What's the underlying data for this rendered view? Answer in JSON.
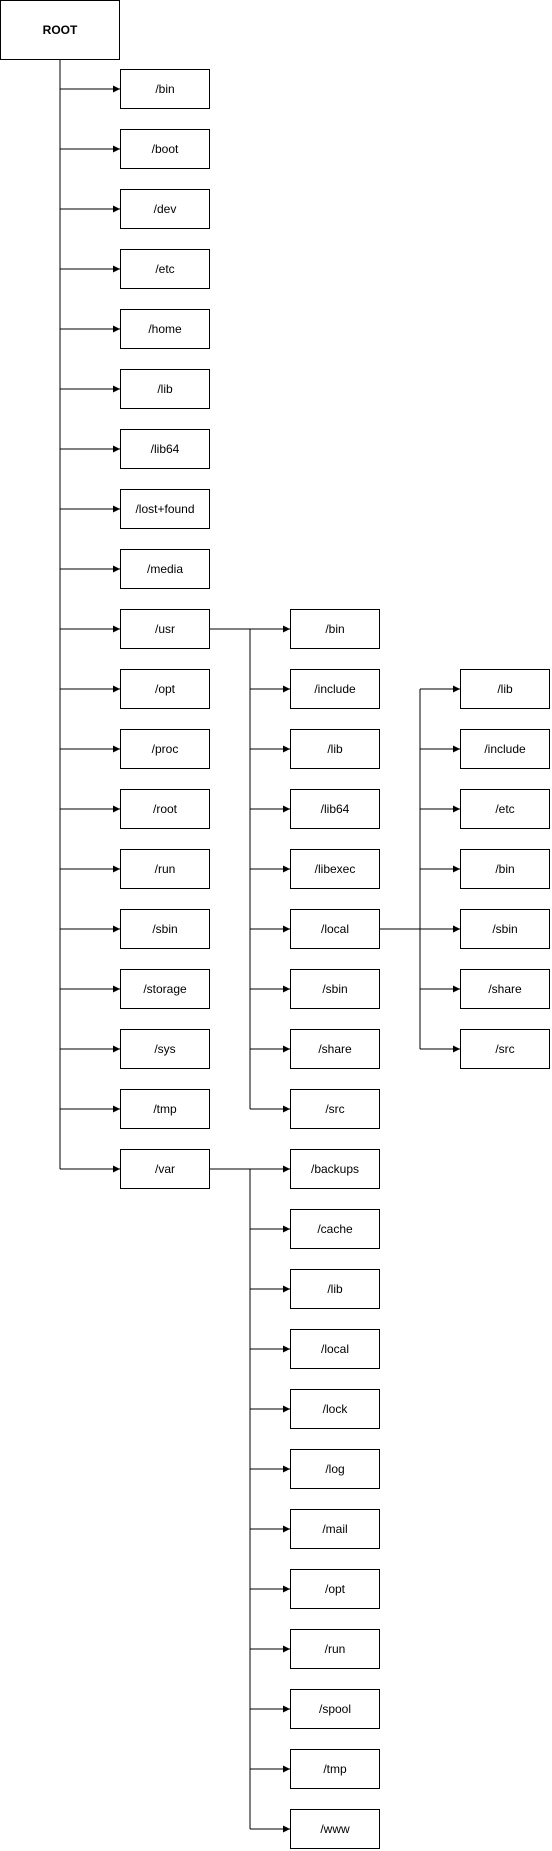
{
  "root": "ROOT",
  "root_dirs": [
    "/bin",
    "/boot",
    "/dev",
    "/etc",
    "/home",
    "/lib",
    "/lib64",
    "/lost+found",
    "/media",
    "/usr",
    "/opt",
    "/proc",
    "/root",
    "/run",
    "/sbin",
    "/storage",
    "/sys",
    "/tmp",
    "/var"
  ],
  "usr_dirs": [
    "/bin",
    "/include",
    "/lib",
    "/lib64",
    "/libexec",
    "/local",
    "/sbin",
    "/share",
    "/src"
  ],
  "local_dirs": [
    "/lib",
    "/include",
    "/etc",
    "/bin",
    "/sbin",
    "/share",
    "/src"
  ],
  "var_dirs": [
    "/backups",
    "/cache",
    "/lib",
    "/local",
    "/lock",
    "/log",
    "/mail",
    "/opt",
    "/run",
    "/spool",
    "/tmp",
    "/www"
  ]
}
